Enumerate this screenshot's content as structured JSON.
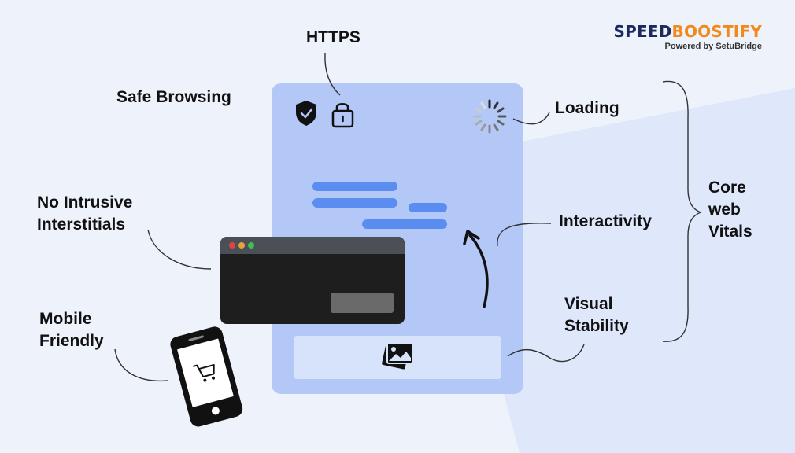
{
  "logo": {
    "speed": "SPEED",
    "boost": "BOOSTIFY",
    "tagline": "Powered by SetuBridge"
  },
  "labels": {
    "https": "HTTPS",
    "safe_browsing": "Safe Browsing",
    "loading": "Loading",
    "no_intrusive_1": "No Intrusive",
    "no_intrusive_2": "Interstitials",
    "interactivity": "Interactivity",
    "visual_1": "Visual",
    "visual_2": "Stability",
    "mobile_1": "Mobile",
    "mobile_2": "Friendly",
    "core_1": "Core",
    "core_2": "web",
    "core_3": "Vitals"
  },
  "icons": [
    "shield-check-icon",
    "padlock-icon",
    "loading-spinner-icon",
    "image-icon",
    "shopping-cart-icon",
    "mobile-phone-icon"
  ],
  "colors": {
    "card": "#b4c8f8",
    "accent_bar": "#5b8df0",
    "logo_dark": "#1d2a5e",
    "logo_orange": "#f08a1c",
    "popup": "#1e1e1e"
  }
}
